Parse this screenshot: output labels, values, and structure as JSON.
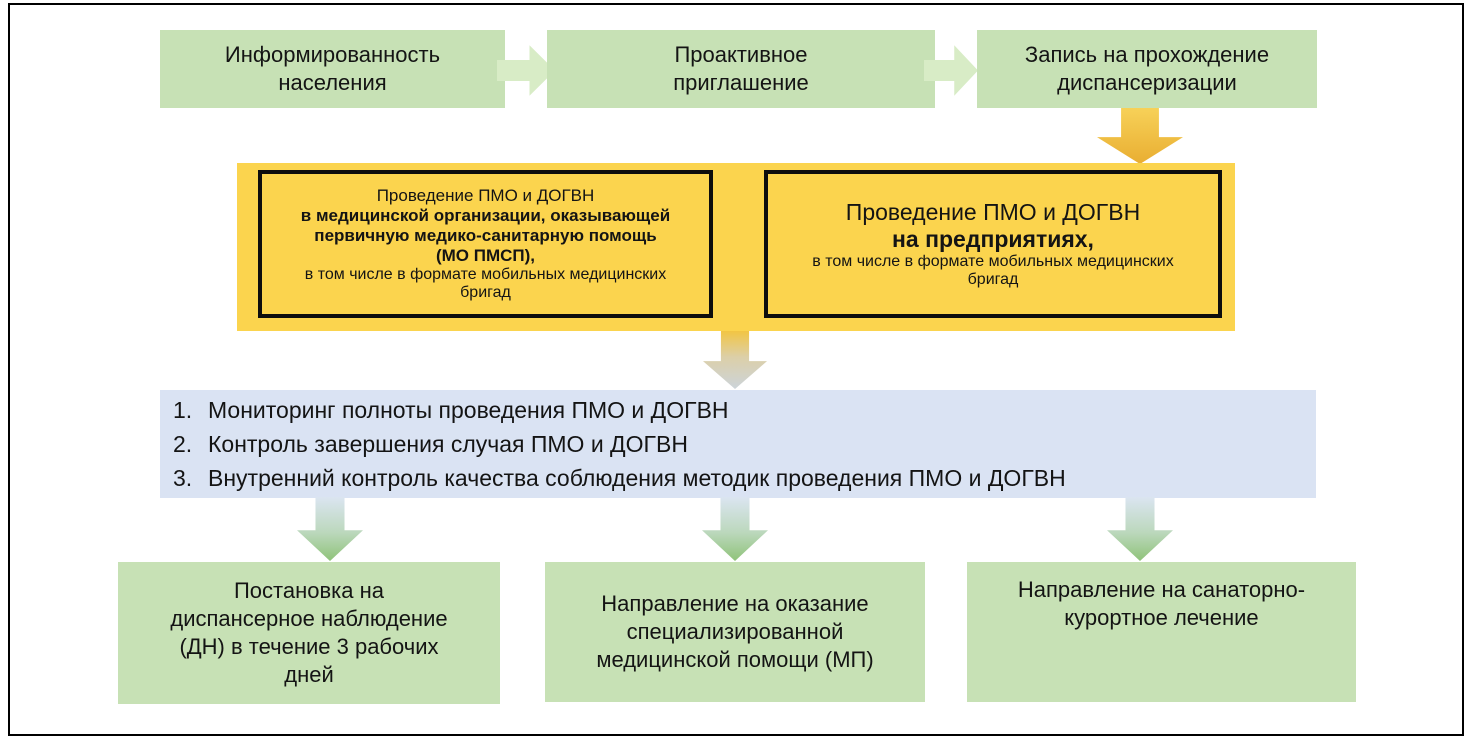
{
  "colors": {
    "stage_box_green": "#c7e1b5",
    "flow_arrow_green": "#d8ecc6",
    "panel_yellow": "#fbd44e",
    "panel_blue": "#dae3f3",
    "arrow_gold": "#e9ae32",
    "arrow_green_gradient_end": "#8fc379",
    "frame_border": "#000000"
  },
  "top_row": {
    "boxes": [
      {
        "label": "Информированность\nнаселения"
      },
      {
        "label": "Проактивное\nприглашение"
      },
      {
        "label": "Запись на прохождение\nдиспансеризации"
      }
    ]
  },
  "yellow_section": {
    "left_box": {
      "title": "Проведение ПМО и ДОГВН",
      "bold_text": "в медицинской организации, оказывающей\nпервичную медико-санитарную помощь\n(МО ПМСП),",
      "note": "в том числе  в формате мобильных  медицинских\nбригад"
    },
    "right_box": {
      "title": "Проведение ПМО и ДОГВН",
      "bold_text": "на предприятиях,",
      "note": "в том числе  в формате мобильных  медицинских\nбригад"
    }
  },
  "monitoring_panel": {
    "items": [
      {
        "num": "1.",
        "text": "Мониторинг полноты проведения ПМО и ДОГВН"
      },
      {
        "num": "2.",
        "text": "Контроль завершения случая ПМО и ДОГВН"
      },
      {
        "num": "3.",
        "text": "Внутренний контроль качества соблюдения методик проведения ПМО и ДОГВН"
      }
    ]
  },
  "bottom_row": {
    "boxes": [
      {
        "label": "Постановка на\nдиспансерное наблюдение\n(ДН) в течение 3 рабочих\nдней"
      },
      {
        "label": "Направление на оказание\nспециализированной\nмедицинской помощи (МП)"
      },
      {
        "label": "Направление на санаторно-\nкурортное лечение"
      }
    ]
  }
}
